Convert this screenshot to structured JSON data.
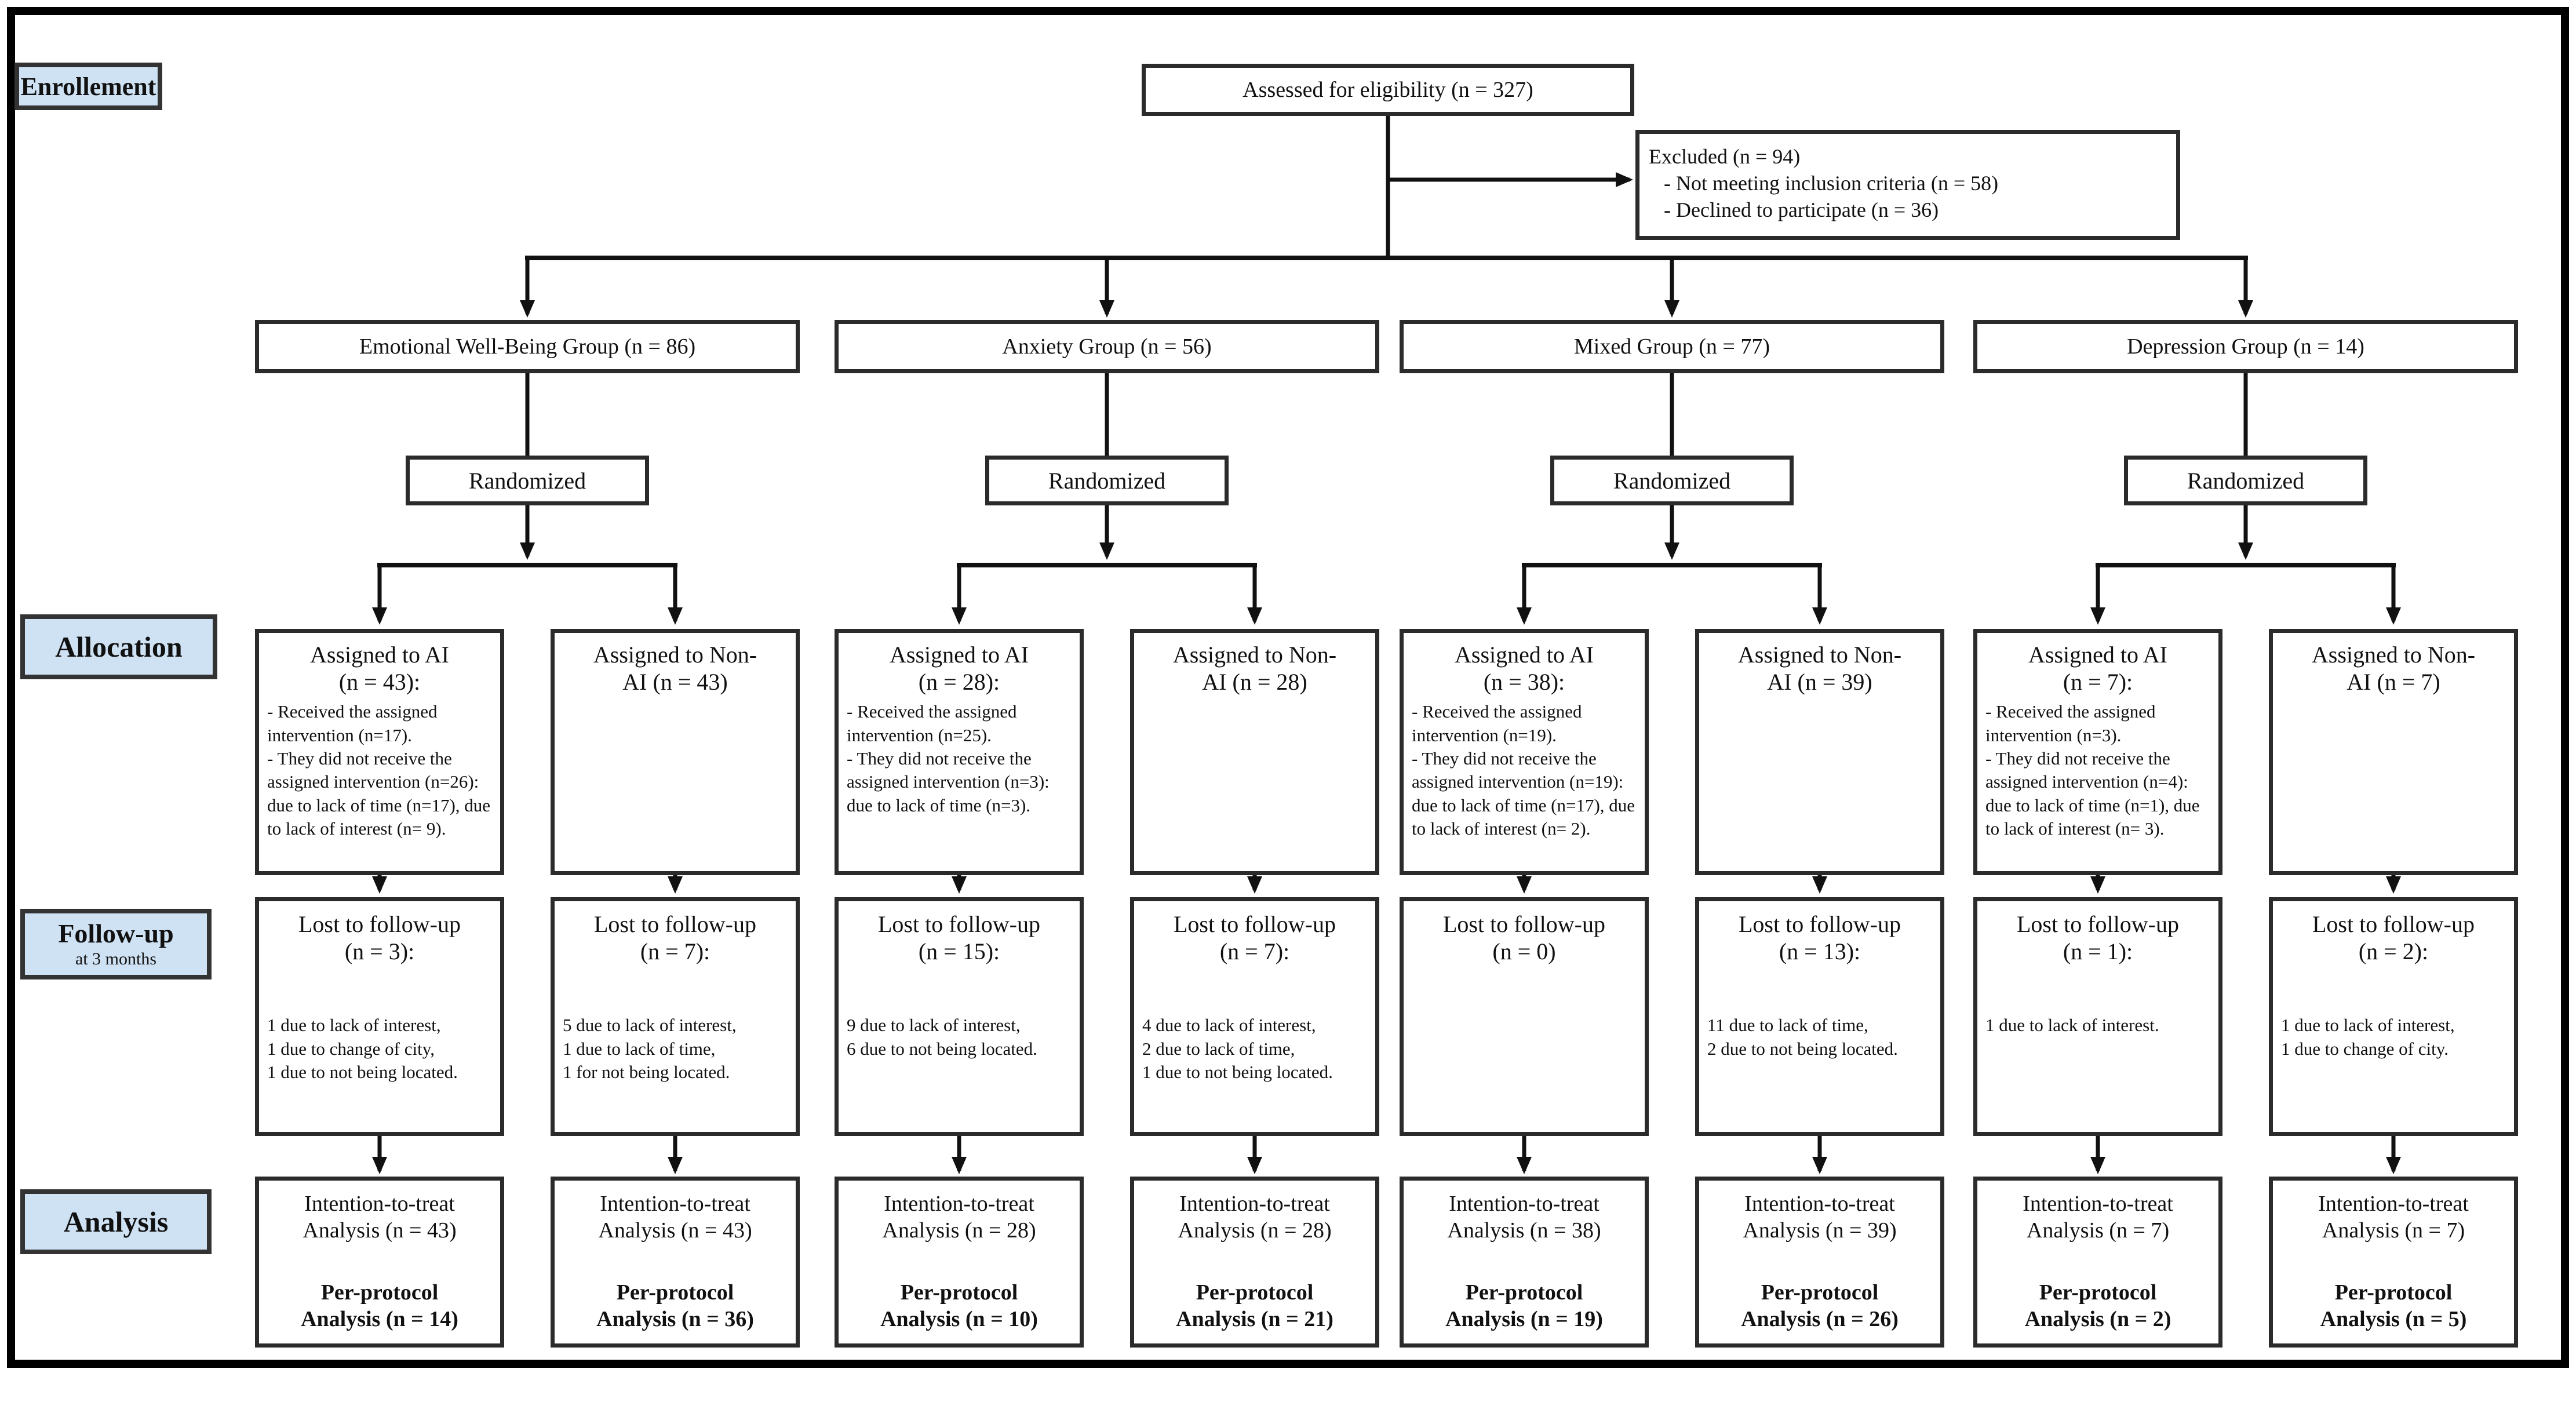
{
  "figure": {
    "colors": {
      "label_bg": "#cfe2f4",
      "line": "#111111",
      "border": "#2b2b2b"
    },
    "section_labels": {
      "enrollment": "Enrollement",
      "allocation": "Allocation",
      "followup": "Follow-up",
      "followup_sub": "at 3 months",
      "analysis": "Analysis"
    },
    "enrollment": {
      "assessed": "Assessed for eligibility (n = 327)",
      "excluded_title": "Excluded (n = 94)",
      "excluded_items": "- Not meeting inclusion criteria (n = 58)\n- Declined to participate (n = 36)"
    },
    "randomized_label": "Randomized",
    "groups": [
      {
        "title": "Emotional Well-Being Group (n = 86)"
      },
      {
        "title": "Anxiety Group (n = 56)"
      },
      {
        "title": "Mixed Group (n = 77)"
      },
      {
        "title": "Depression Group (n = 14)"
      }
    ],
    "arms": [
      {
        "alloc_title": "Assigned to AI\n(n = 43):",
        "alloc_body": "- Received the assigned intervention (n=17).\n- They did not receive the assigned intervention (n=26): due to lack of time (n=17), due to lack of interest (n= 9).",
        "fu_title": "Lost to follow-up\n(n = 3):",
        "fu_body": "1 due to lack of interest,\n1 due to change of city,\n1 due to not being located.",
        "itt": "Intention-to-treat\nAnalysis (n = 43)",
        "pp": "Per-protocol\nAnalysis (n = 14)"
      },
      {
        "alloc_title": "Assigned to Non-\nAI (n = 43)",
        "alloc_body": "",
        "fu_title": "Lost to follow-up\n(n = 7):",
        "fu_body": "5 due to lack of interest,\n1 due to lack of time,\n1 for not being located.",
        "itt": "Intention-to-treat\nAnalysis (n = 43)",
        "pp": "Per-protocol\nAnalysis (n = 36)"
      },
      {
        "alloc_title": "Assigned to AI\n(n = 28):",
        "alloc_body": "- Received the assigned intervention (n=25).\n- They did not receive the assigned intervention (n=3): due to lack of time (n=3).",
        "fu_title": "Lost to follow-up\n(n = 15):",
        "fu_body": "9 due to lack of interest,\n6 due to not being located.",
        "itt": "Intention-to-treat\nAnalysis (n = 28)",
        "pp": "Per-protocol\nAnalysis (n = 10)"
      },
      {
        "alloc_title": "Assigned to Non-\nAI (n = 28)",
        "alloc_body": "",
        "fu_title": "Lost to follow-up\n(n = 7):",
        "fu_body": "4 due to lack of interest,\n2 due to lack of time,\n1 due to not being located.",
        "itt": "Intention-to-treat\nAnalysis (n = 28)",
        "pp": "Per-protocol\nAnalysis (n = 21)"
      },
      {
        "alloc_title": "Assigned to AI\n(n = 38):",
        "alloc_body": "- Received the assigned intervention (n=19).\n- They did not receive the assigned intervention (n=19): due to lack of time (n=17), due to lack of interest (n= 2).",
        "fu_title": "Lost to follow-up\n(n = 0)",
        "fu_body": "",
        "itt": "Intention-to-treat\nAnalysis (n = 38)",
        "pp": "Per-protocol\nAnalysis (n = 19)"
      },
      {
        "alloc_title": "Assigned to Non-\nAI (n = 39)",
        "alloc_body": "",
        "fu_title": "Lost to follow-up\n(n = 13):",
        "fu_body": "11 due to lack of time,\n2 due to not being located.",
        "itt": "Intention-to-treat\nAnalysis (n = 39)",
        "pp": "Per-protocol\nAnalysis (n = 26)"
      },
      {
        "alloc_title": "Assigned to AI\n(n = 7):",
        "alloc_body": "- Received the assigned intervention (n=3).\n- They did not receive the assigned intervention (n=4): due to lack of time (n=1), due to lack of interest (n= 3).",
        "fu_title": "Lost to follow-up\n(n = 1):",
        "fu_body": "1 due to lack of interest.",
        "itt": "Intention-to-treat\nAnalysis (n = 7)",
        "pp": "Per-protocol\nAnalysis (n = 2)"
      },
      {
        "alloc_title": "Assigned to Non-\nAI (n = 7)",
        "alloc_body": "",
        "fu_title": "Lost to follow-up\n(n = 2):",
        "fu_body": "1 due to lack of interest,\n1 due to change of city.",
        "itt": "Intention-to-treat\nAnalysis (n = 7)",
        "pp": "Per-protocol\nAnalysis (n = 5)"
      }
    ]
  }
}
